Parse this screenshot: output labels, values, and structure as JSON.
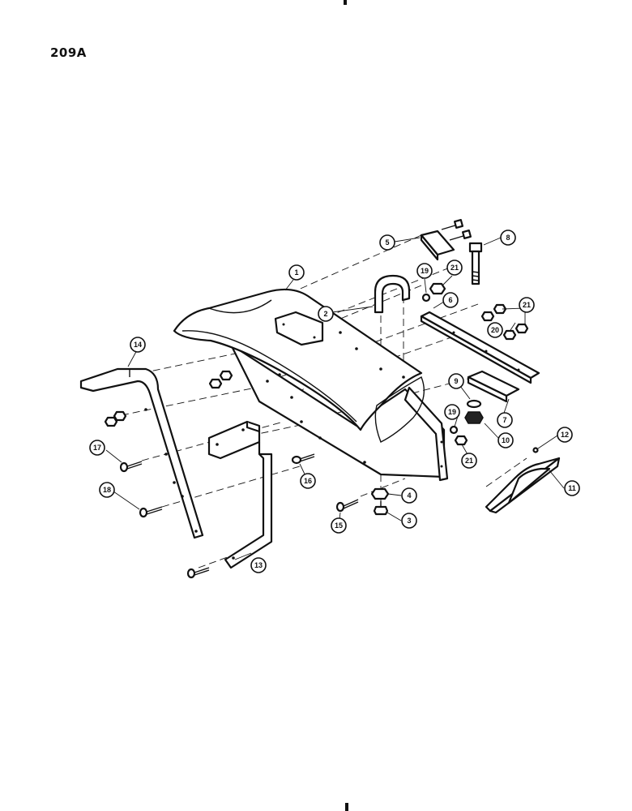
{
  "page": {
    "code": "209A"
  },
  "callouts": [
    {
      "id": "1",
      "label": "1"
    },
    {
      "id": "2",
      "label": "2"
    },
    {
      "id": "3",
      "label": "3"
    },
    {
      "id": "4",
      "label": "4"
    },
    {
      "id": "5",
      "label": "5"
    },
    {
      "id": "6",
      "label": "6"
    },
    {
      "id": "7",
      "label": "7"
    },
    {
      "id": "8",
      "label": "8"
    },
    {
      "id": "9",
      "label": "9"
    },
    {
      "id": "10",
      "label": "10"
    },
    {
      "id": "11",
      "label": "11"
    },
    {
      "id": "12",
      "label": "12"
    },
    {
      "id": "13",
      "label": "13"
    },
    {
      "id": "14",
      "label": "14"
    },
    {
      "id": "15",
      "label": "15"
    },
    {
      "id": "16",
      "label": "16"
    },
    {
      "id": "17",
      "label": "17"
    },
    {
      "id": "18",
      "label": "18"
    },
    {
      "id": "19a",
      "label": "19"
    },
    {
      "id": "19b",
      "label": "19"
    },
    {
      "id": "20",
      "label": "20"
    },
    {
      "id": "21a",
      "label": "21"
    },
    {
      "id": "21b",
      "label": "21"
    },
    {
      "id": "21c",
      "label": "21"
    }
  ]
}
